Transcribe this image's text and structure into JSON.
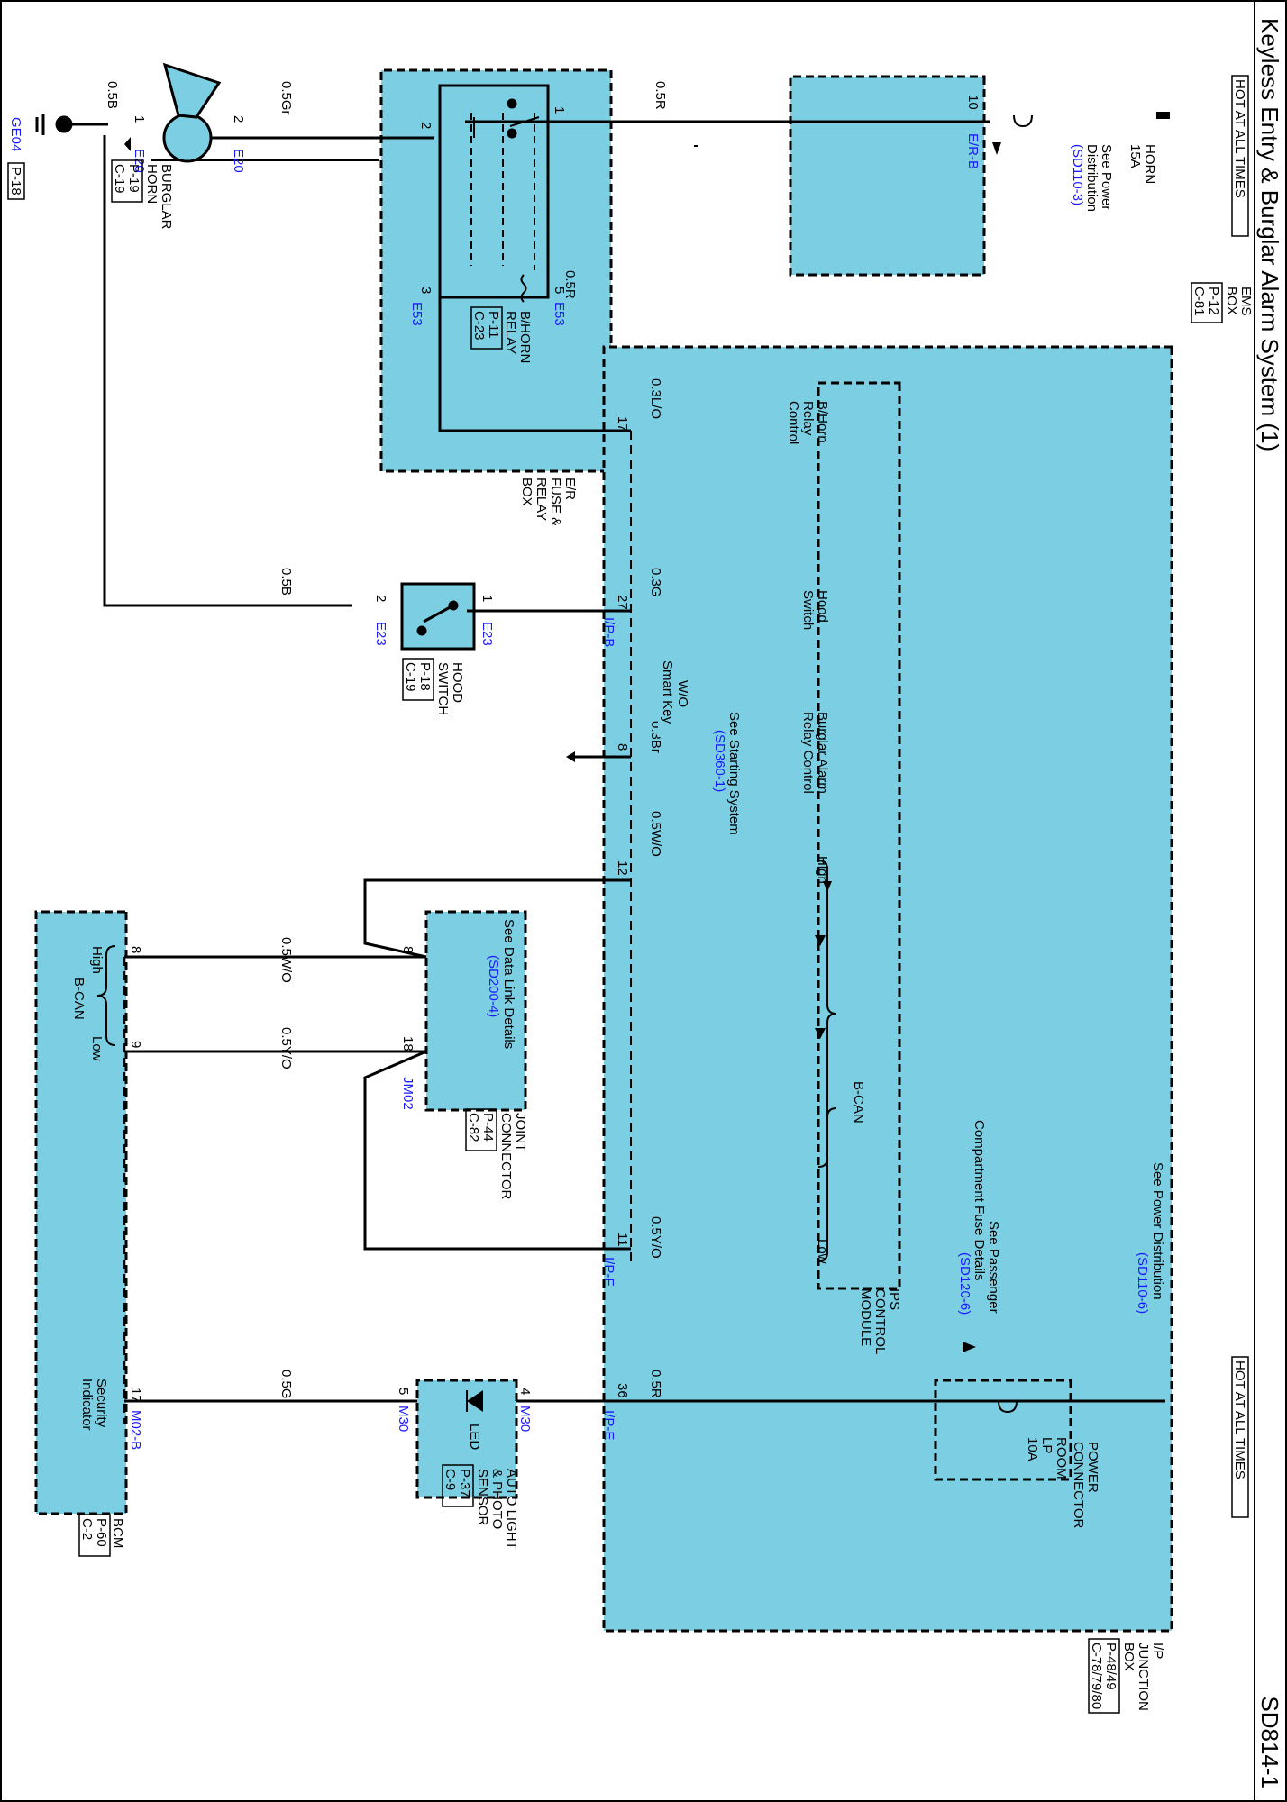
{
  "page": {
    "title": "Keyless Entry & Burglar Alarm System (1)",
    "page_code": "SD814-1"
  },
  "colors": {
    "module_fill": "#7ccfe3",
    "module_border": "#000000",
    "wire": "#000000",
    "blue_label": "#1a1aff",
    "note_fill": "#7ccfe3"
  },
  "components": {
    "ems_box": {
      "name": [
        "EMS",
        "BOX"
      ],
      "ref": [
        "P-12",
        "C-81"
      ],
      "hot": "HOT AT ALL TIMES",
      "fuse": [
        "HORN",
        "15A"
      ],
      "power_note": [
        "See Power",
        "Distribution"
      ],
      "power_ref": "(SD110-3)",
      "pin": "10",
      "connector": "E/R-B"
    },
    "ijb": {
      "name": [
        "I/P",
        "JUNCTION",
        "BOX"
      ],
      "ref": [
        "P-48/49",
        "C-78/79/80"
      ],
      "hot": "HOT AT ALL TIMES",
      "fuse": [
        "ROOM",
        "LP",
        "10A"
      ],
      "power_connector": [
        "POWER",
        "CONNECTOR"
      ],
      "power_note": "See Power Distribution",
      "power_ref": "(SD110-6)",
      "fuse_note": [
        "See Passenger",
        "Compartment Fuse Details"
      ],
      "fuse_ref": "(SD120-6)"
    },
    "ips": {
      "name": [
        "IPS",
        "CONTROL",
        "MODULE"
      ],
      "bhorn_ctrl": [
        "B/Horn",
        "Relay",
        "Control"
      ],
      "hood_switch": [
        "Hood",
        "Switch"
      ],
      "burglar_ctrl": [
        "Burglar Alarm",
        "Relay Control"
      ],
      "high": "High",
      "low": "Low",
      "bcan": "B-CAN"
    },
    "relay_box": {
      "name": [
        "E/R",
        "FUSE &",
        "RELAY",
        "BOX"
      ],
      "relay": [
        "B/HORN",
        "RELAY"
      ],
      "ref": [
        "P-11",
        "C-23"
      ],
      "wire_inner": "0.5R",
      "connector": "E53"
    },
    "horn": {
      "name": [
        "BURGLAR",
        "HORN"
      ],
      "ref": [
        "P-19",
        "C-19"
      ],
      "connector": "E20"
    },
    "hood_switch": {
      "name": [
        "HOOD",
        "SWITCH"
      ],
      "ref": [
        "P-18",
        "C-19"
      ],
      "connector": "E23"
    },
    "ground": {
      "id": "GE04",
      "ref": "P-18"
    },
    "joint": {
      "name": [
        "JOINT",
        "CONNECTOR"
      ],
      "ref": [
        "P-44",
        "C-82"
      ],
      "note": "See Data Link Details",
      "note_ref": "(SD200-4)",
      "connector": "JM02"
    },
    "bcm": {
      "name": "BCM",
      "ref": [
        "P-60",
        "C-2"
      ],
      "high": "High",
      "low": "Low",
      "bcan": "B-CAN",
      "security": [
        "Security",
        "Indicator"
      ],
      "connector": "M02-B"
    },
    "led_sensor": {
      "name": [
        "AUTO LIGHT",
        "& PHOTO",
        "SENSOR"
      ],
      "ref": [
        "P-37",
        "C-9"
      ],
      "led": "LED",
      "connector": "M30"
    },
    "wo_smart_key": [
      "W/O",
      "Smart Key"
    ],
    "starting_note": "See Starting System",
    "starting_ref": "(SD360-1)"
  },
  "pins": {
    "ems_10": "10",
    "ips_17": "17",
    "ips_27": "27",
    "ips_8": "8",
    "ips_12": "12",
    "ips_11": "11",
    "ips_36": "36",
    "relay_1": "1",
    "relay_2": "2",
    "relay_3": "3",
    "relay_5": "5",
    "horn_1": "1",
    "horn_2": "2",
    "hood_1": "1",
    "hood_2": "2",
    "joint_8": "8",
    "joint_18": "18",
    "bcm_8": "8",
    "bcm_9": "9",
    "bcm_17": "17",
    "led_4": "4",
    "led_5": "5"
  },
  "connectors": {
    "ipb": "I/P-B",
    "ipf": "I/P-F",
    "ipe": "I/P-E"
  },
  "wires": {
    "w_05R_top": "0.5R",
    "w_05Gr": "0.5Gr",
    "w_05B_horn": "0.5B",
    "w_03LO": "0.3L/O",
    "w_03G": "0.3G",
    "w_05B_hood": "0.5B",
    "w_03Br": "0.3Br",
    "w_05WO_a": "0.5W/O",
    "w_05WO_b": "0.5W/O",
    "w_05YO_a": "0.5Y/O",
    "w_05YO_b": "0.5Y/O",
    "w_05R_bot": "0.5R",
    "w_05G": "0.5G"
  }
}
